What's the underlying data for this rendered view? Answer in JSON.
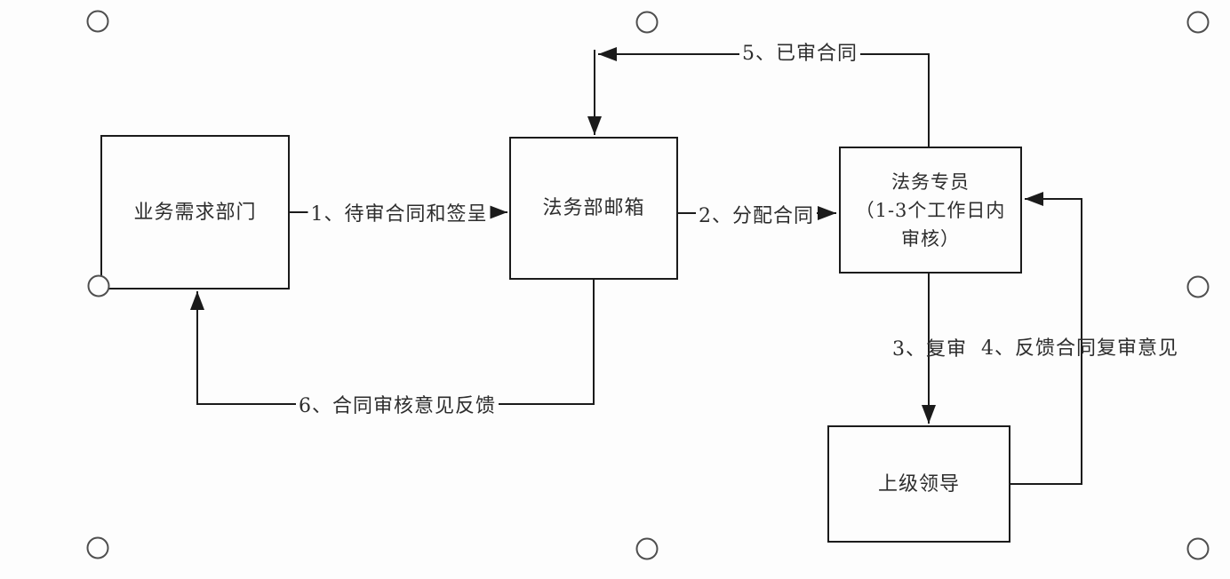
{
  "nodes": {
    "business_dept": {
      "label": "业务需求部门"
    },
    "legal_mailbox": {
      "label": "法务部邮箱"
    },
    "legal_specialist": {
      "lines": [
        "法务专员",
        "（1-3个工作日内",
        "审核）"
      ]
    },
    "superior_leader": {
      "label": "上级领导"
    }
  },
  "edges": {
    "e1": {
      "label": "1、待审合同和签呈",
      "from": "business_dept",
      "to": "legal_mailbox"
    },
    "e2": {
      "label": "2、分配合同",
      "from": "legal_mailbox",
      "to": "legal_specialist"
    },
    "e3": {
      "label": "3、复审",
      "from": "legal_specialist",
      "to": "superior_leader"
    },
    "e4": {
      "label": "4、反馈合同复审意见",
      "from": "superior_leader",
      "to": "legal_specialist"
    },
    "e5": {
      "label": "5、已审合同",
      "from": "legal_specialist",
      "to": "legal_mailbox"
    },
    "e6": {
      "label": "6、合同审核意见反馈",
      "from": "legal_mailbox",
      "to": "business_dept"
    }
  },
  "colors": {
    "line": "#1b1b1b",
    "node_border": "#1b1b1b",
    "text": "#2d2d2d",
    "anchor_circle": "#4f4f4f",
    "background": "#fdfdfd"
  }
}
